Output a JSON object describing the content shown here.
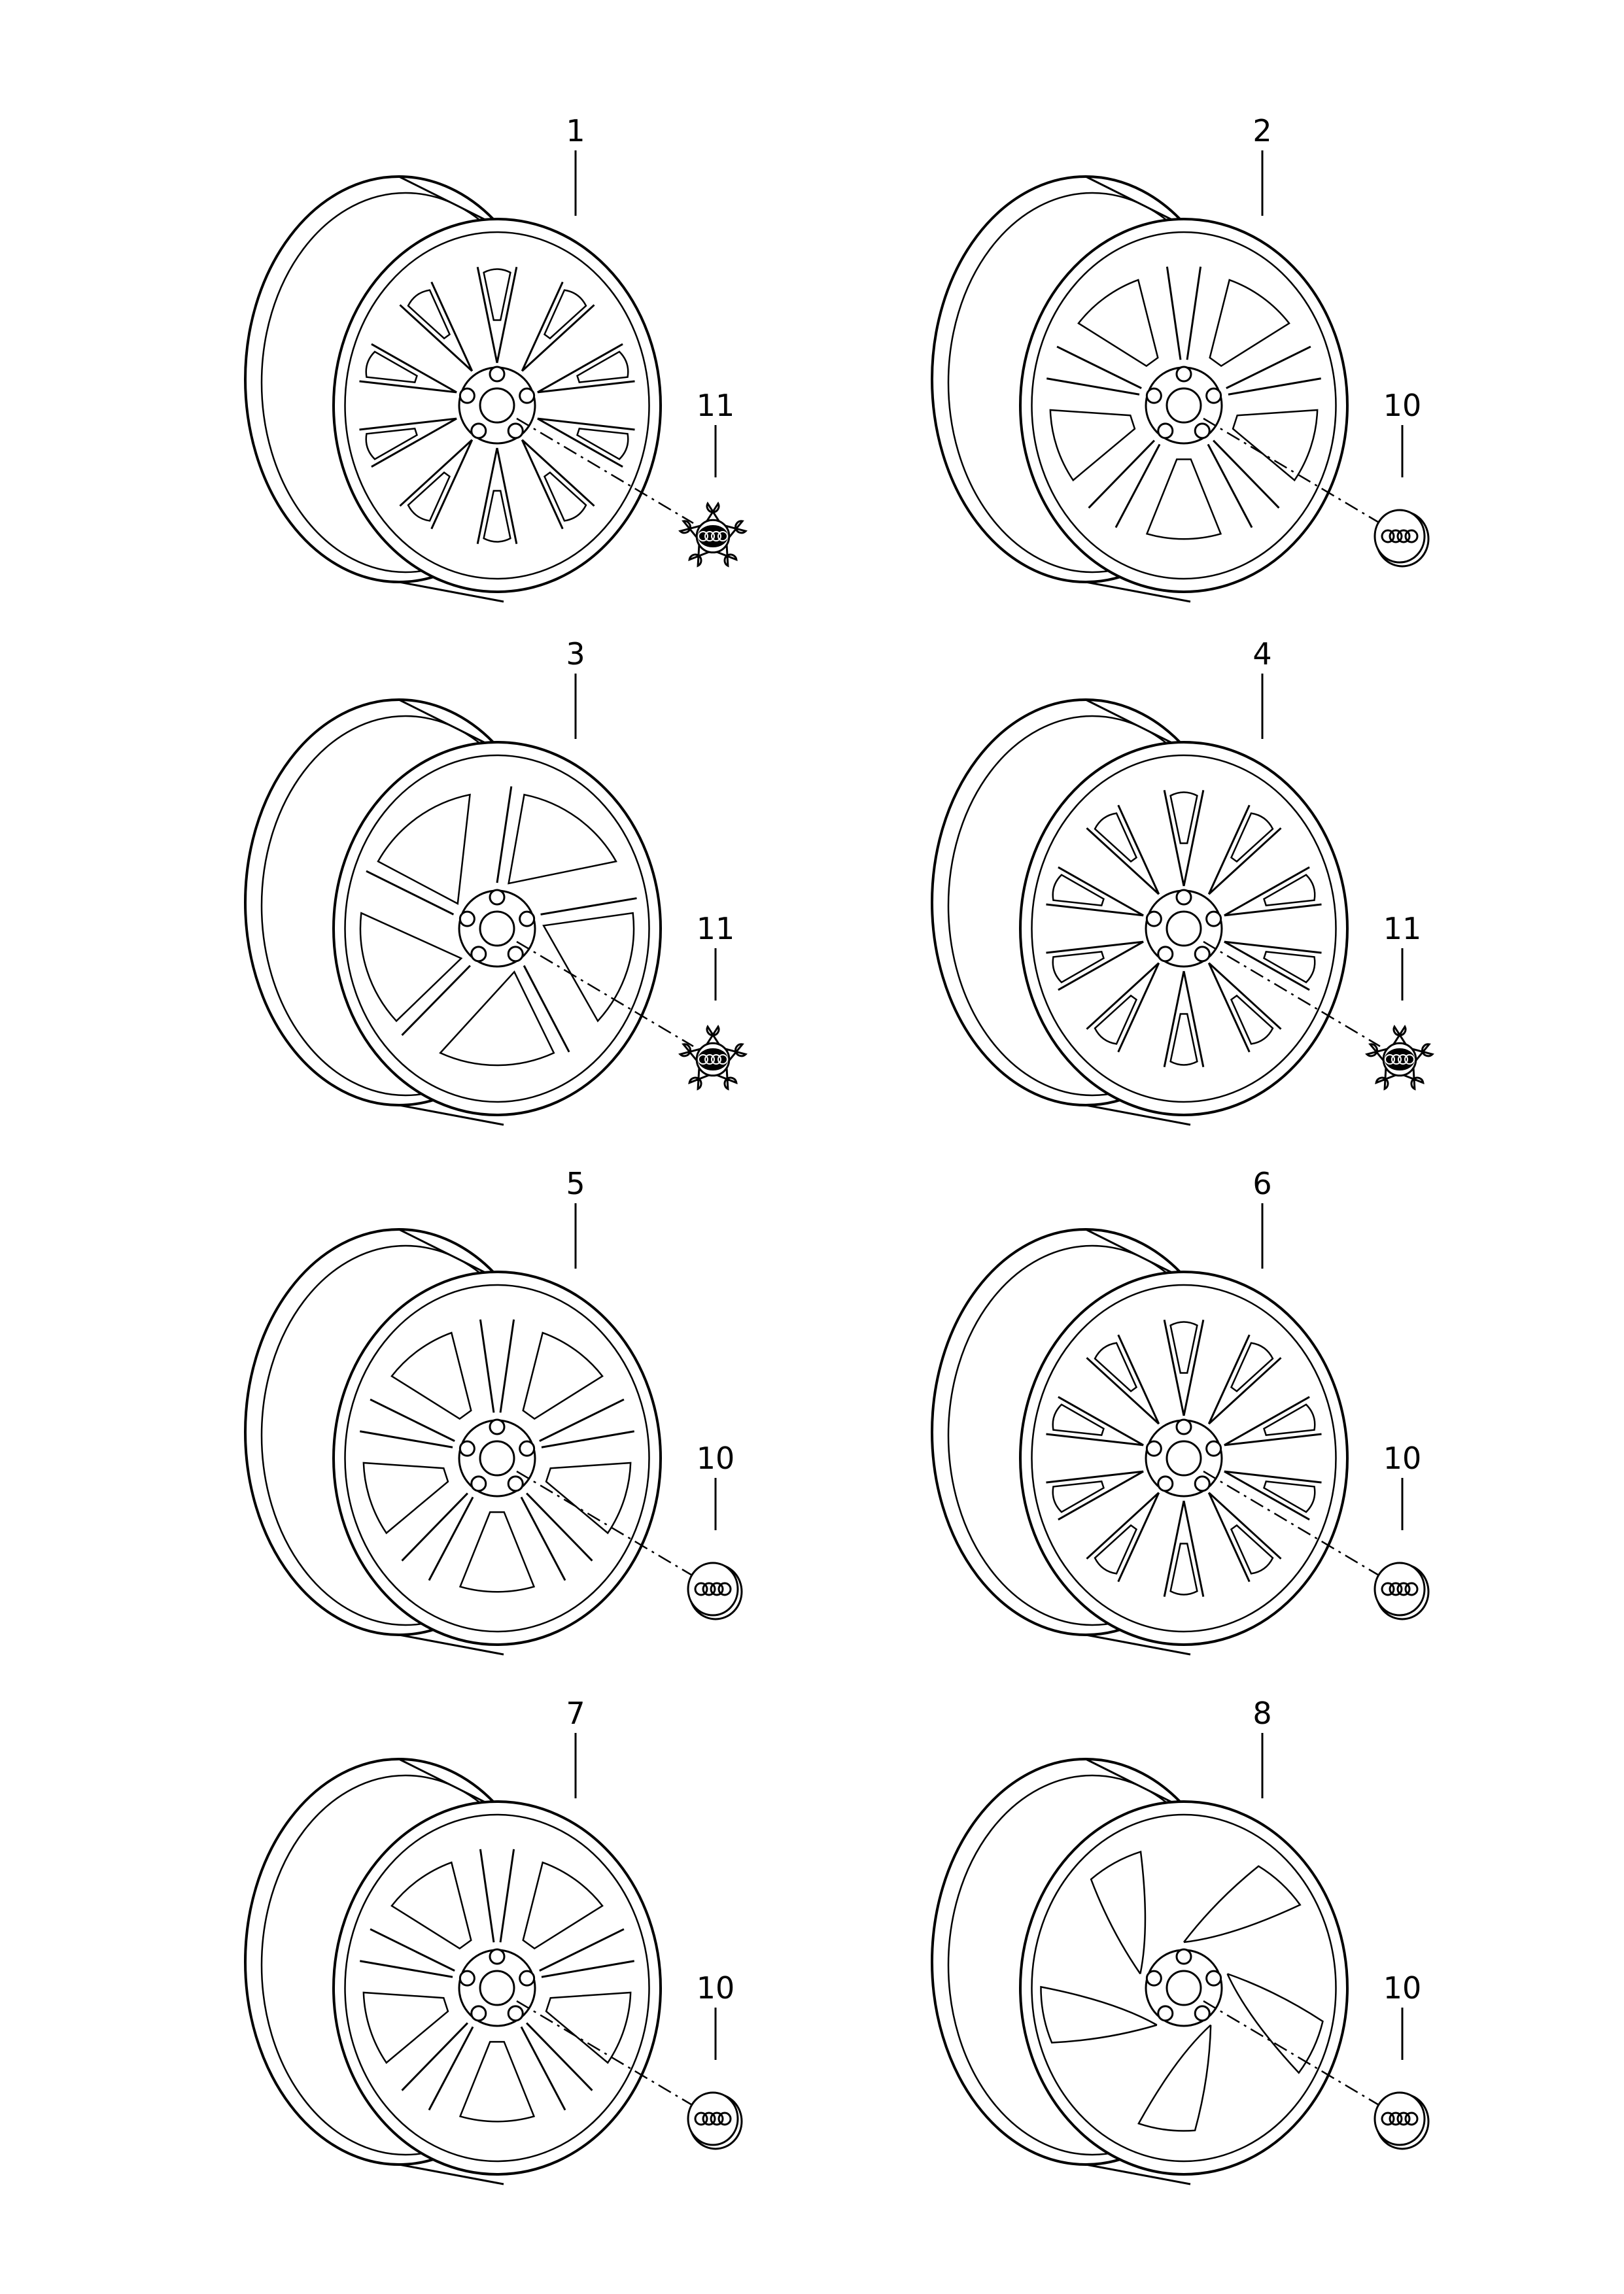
{
  "diagram": {
    "type": "exploded-parts-view",
    "line_color": "#000000",
    "background": "#ffffff",
    "wheels": [
      {
        "callout": "1",
        "spoke_style": "multi-spoke-v",
        "cap_callout": "11",
        "cap_type": "star-cap"
      },
      {
        "callout": "2",
        "spoke_style": "5-double-spoke",
        "cap_callout": "10",
        "cap_type": "round-cap"
      },
      {
        "callout": "3",
        "spoke_style": "5-segment",
        "cap_callout": "11",
        "cap_type": "star-cap"
      },
      {
        "callout": "4",
        "spoke_style": "multi-spoke-v",
        "cap_callout": "11",
        "cap_type": "star-cap"
      },
      {
        "callout": "5",
        "spoke_style": "5-double-spoke",
        "cap_callout": "10",
        "cap_type": "round-cap"
      },
      {
        "callout": "6",
        "spoke_style": "multi-spoke-v",
        "cap_callout": "10",
        "cap_type": "round-cap"
      },
      {
        "callout": "7",
        "spoke_style": "5-double-spoke",
        "cap_callout": "10",
        "cap_type": "round-cap"
      },
      {
        "callout": "8",
        "spoke_style": "5-rotor",
        "cap_callout": "10",
        "cap_type": "round-cap"
      }
    ]
  }
}
